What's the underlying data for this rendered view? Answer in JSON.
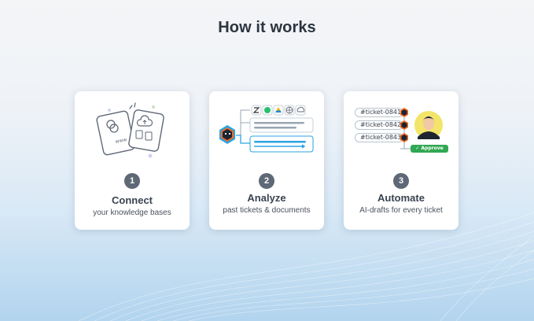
{
  "page": {
    "title": "How it works"
  },
  "steps": [
    {
      "number": "1",
      "title": "Connect",
      "subtitle": "your knowledge bases"
    },
    {
      "number": "2",
      "title": "Analyze",
      "subtitle": "past tickets & documents"
    },
    {
      "number": "3",
      "title": "Automate",
      "subtitle": "AI-drafts for every ticket"
    }
  ],
  "illustrations": {
    "connect": {
      "doc_label": "www",
      "icons": [
        "link-icon",
        "cloud-upload-icon",
        "pdf-icon",
        "doc-icon"
      ]
    },
    "analyze": {
      "source_icons": [
        "zendesk-icon",
        "freshdesk-icon",
        "google-drive-icon",
        "globe-icon",
        "cloud-upload-icon"
      ],
      "bot_icon": "bot-hex-icon"
    },
    "automate": {
      "tickets": [
        "#ticket-0841",
        "#ticket-0842",
        "#ticket-0843"
      ],
      "approve_label": "✓ Approve"
    }
  },
  "colors": {
    "title": "#2b3440",
    "step_badge": "#5e6876",
    "accent_blue": "#2ba3e3",
    "approve_green": "#31a853",
    "bot_orange": "#f06a25"
  }
}
